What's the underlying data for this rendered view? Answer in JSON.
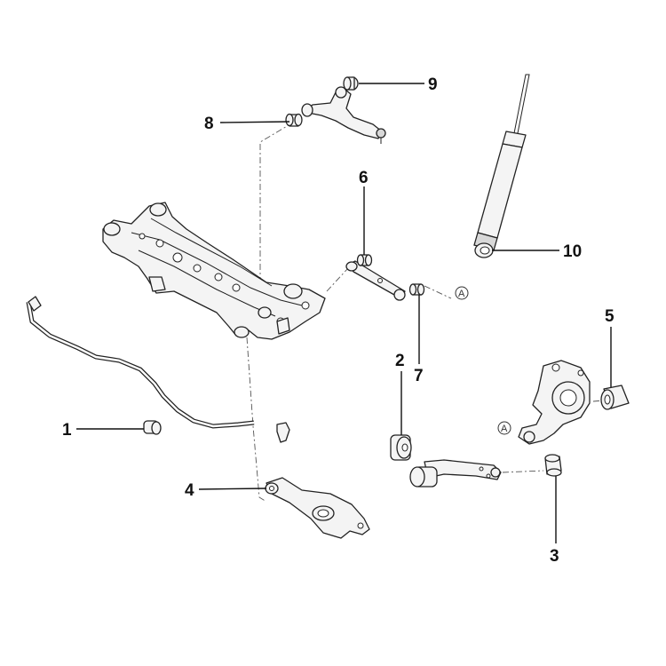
{
  "callouts": {
    "c1": "1",
    "c2": "2",
    "c3": "3",
    "c4": "4",
    "c5": "5",
    "c6": "6",
    "c7": "7",
    "c8": "8",
    "c9": "9",
    "c10": "10"
  },
  "references": {
    "ref_a_upper": "A",
    "ref_a_knuckle": "A"
  }
}
